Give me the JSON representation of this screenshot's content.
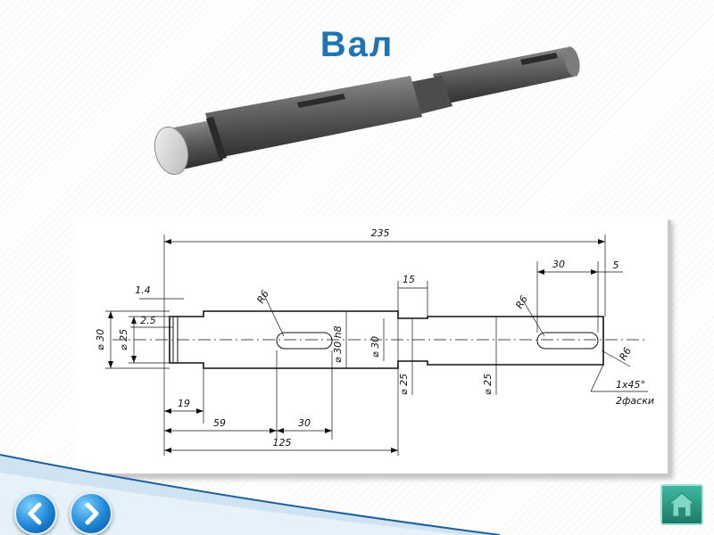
{
  "slide": {
    "title": "Вал"
  },
  "drawing": {
    "dims": {
      "total_length": "235",
      "key_right_length": "30",
      "end_offset": "5",
      "groove": "1.4",
      "step_width": "15",
      "radius_left": "R6",
      "radius_right": "R6",
      "radius_end": "R6",
      "groove_width": "2.5",
      "d30_left": "⌀ 30",
      "d25_left": "⌀ 25",
      "d30_key": "⌀ 30 h8",
      "d30_collar": "⌀ 30",
      "d25_neck": "⌀ 25",
      "d25_right": "⌀ 25",
      "len_19": "19",
      "len_59": "59",
      "key_left_length": "30",
      "len_125": "125",
      "chamfer": "1x45°",
      "chamfer_note": "2фаски"
    }
  },
  "nav": {
    "prev_icon": "chevron-left-icon",
    "next_icon": "chevron-right-icon",
    "home_icon": "home-icon"
  }
}
